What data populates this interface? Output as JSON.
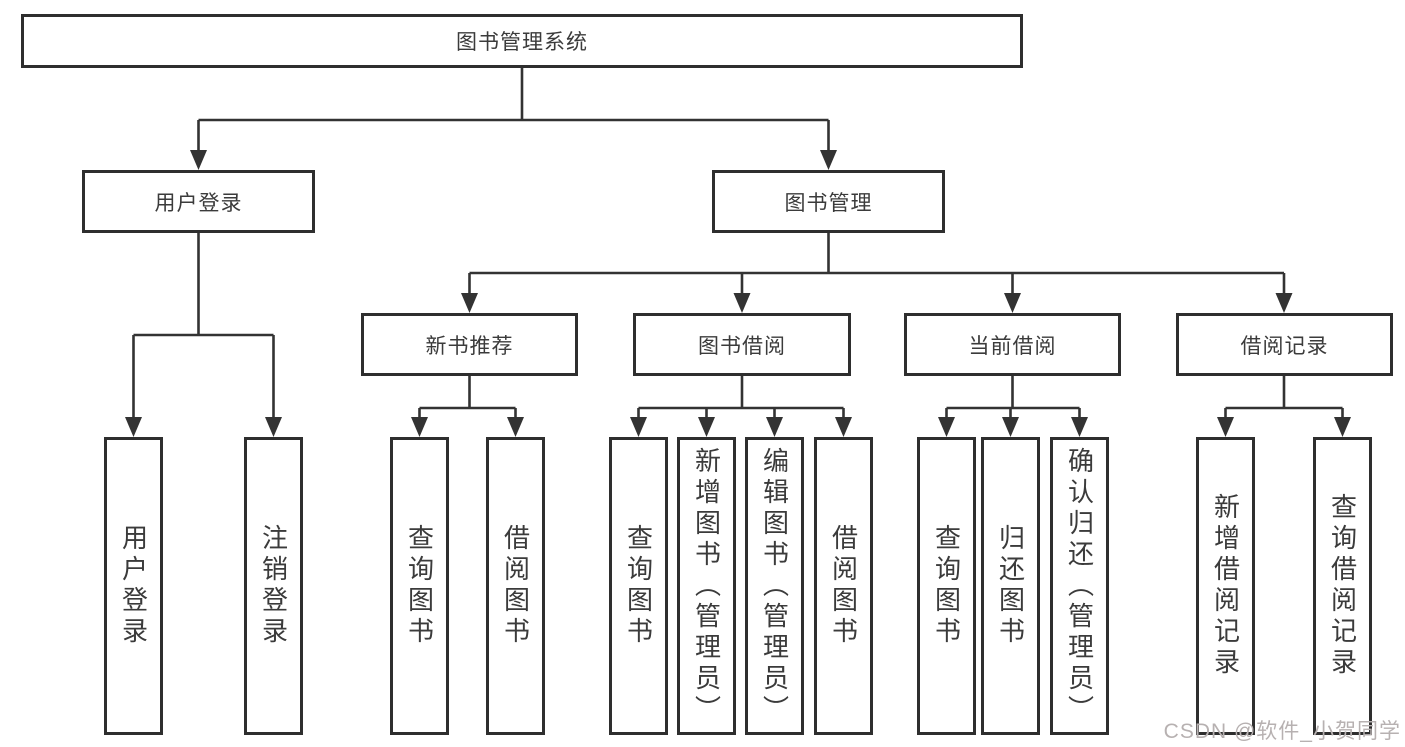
{
  "diagram": {
    "root": {
      "label": "图书管理系统"
    },
    "level2": [
      {
        "label": "用户登录"
      },
      {
        "label": "图书管理"
      }
    ],
    "level3": [
      {
        "label": "新书推荐"
      },
      {
        "label": "图书借阅"
      },
      {
        "label": "当前借阅"
      },
      {
        "label": "借阅记录"
      }
    ],
    "leaves": {
      "user_login": [
        {
          "label": "用户登录"
        },
        {
          "label": "注销登录"
        }
      ],
      "new_book": [
        {
          "label": "查询图书"
        },
        {
          "label": "借阅图书"
        }
      ],
      "book_borrow": [
        {
          "label": "查询图书"
        },
        {
          "label": "新增图书（管理员）"
        },
        {
          "label": "编辑图书（管理员）"
        },
        {
          "label": "借阅图书"
        }
      ],
      "current_borrow": [
        {
          "label": "查询图书"
        },
        {
          "label": "归还图书"
        },
        {
          "label": "确认归还（管理员）"
        }
      ],
      "borrow_records": [
        {
          "label": "新增借阅记录"
        },
        {
          "label": "查询借阅记录"
        }
      ]
    }
  },
  "watermark": {
    "text": "CSDN @软件_小贺同学"
  },
  "colors": {
    "line": "#333333",
    "box_border": "#2e2e2e",
    "box_fill": "#ffffff",
    "text": "#3b3b3b",
    "watermark": "#b7b1b1",
    "background": "#ffffff"
  }
}
